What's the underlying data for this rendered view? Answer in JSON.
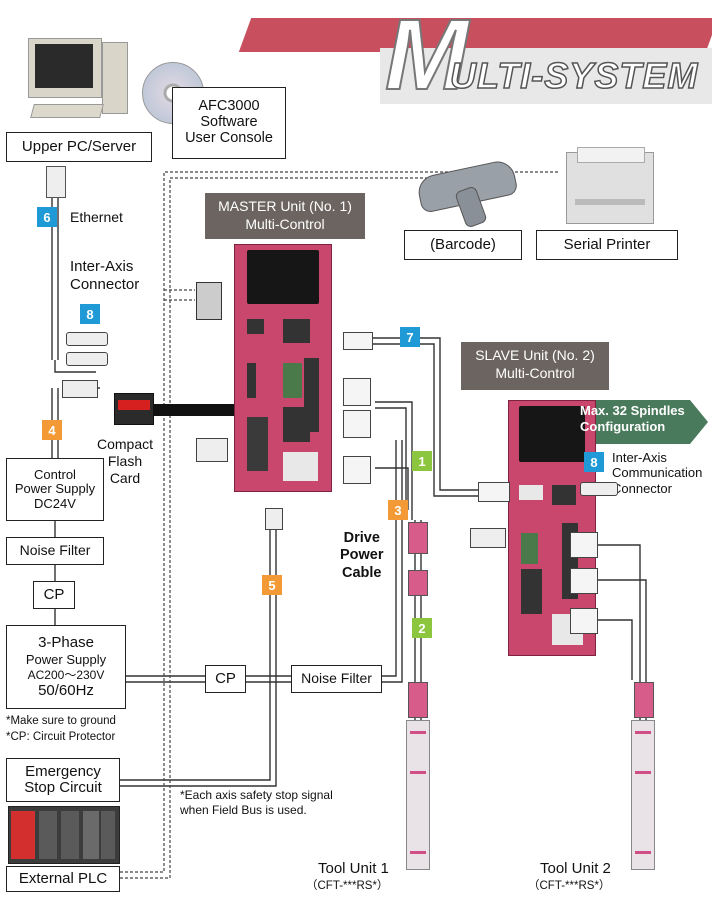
{
  "title": {
    "initial": "M",
    "rest": "ULTI-SYSTEM"
  },
  "labels": {
    "afc_software": "AFC3000\nSoftware\nUser Console",
    "upper_pc": "Upper PC/Server",
    "ethernet": "Ethernet",
    "inter_axis_connector": "Inter-Axis\nConnector",
    "master_unit": "MASTER Unit (No. 1)\nMulti-Control",
    "slave_unit": "SLAVE Unit (No. 2)\nMulti-Control",
    "barcode": "(Barcode)",
    "serial_printer": "Serial Printer",
    "max_spindles": "Max. 32 Spindles\nConfiguration",
    "inter_axis_comm": "Inter-Axis\nCommunication\nConnector",
    "compact_flash": "Compact\nFlash\nCard",
    "control_power": "Control\nPower Supply\nDC24V",
    "noise_filter_left": "Noise Filter",
    "cp_left": "CP",
    "three_phase_line1": "3-Phase",
    "three_phase_line2": "Power Supply",
    "three_phase_line3": "AC200～230V",
    "three_phase_line4": "50/60Hz",
    "note_ground": "*Make sure to ground",
    "note_cp": "*CP: Circuit Protector",
    "emergency_stop": "Emergency\nStop Circuit",
    "external_plc": "External PLC",
    "cp_bottom": "CP",
    "noise_filter_bottom": "Noise Filter",
    "drive_power_cable": "Drive\nPower\nCable",
    "safety_note": "*Each axis safety stop signal\nwhen Field Bus is used.",
    "tool_unit_1": "Tool Unit 1",
    "tool_unit_1_model": "（CFT-***RS*）",
    "tool_unit_2": "Tool Unit 2",
    "tool_unit_2_model": "（CFT-***RS*）"
  },
  "badges": {
    "ethernet_num": "6",
    "inter_axis_num": "8",
    "inter_axis_comm_num": "8",
    "control_power_num": "4",
    "emergency_num": "5",
    "slave_link_num": "7",
    "cable1_num": "1",
    "cable2_num": "2",
    "cable3_num": "3"
  },
  "colors": {
    "title_band": "#c8505e",
    "unit_body": "#c9476d",
    "badge_blue": "#1f9ad6",
    "badge_orange": "#f39a36",
    "badge_green": "#8cc63f",
    "label_gray": "#6b6460",
    "arrow_green": "#4a7a5c"
  },
  "icons": [
    "computer-icon",
    "cd-icon",
    "barcode-scanner-icon",
    "printer-icon",
    "plc-icon",
    "compact-flash-card-icon"
  ]
}
